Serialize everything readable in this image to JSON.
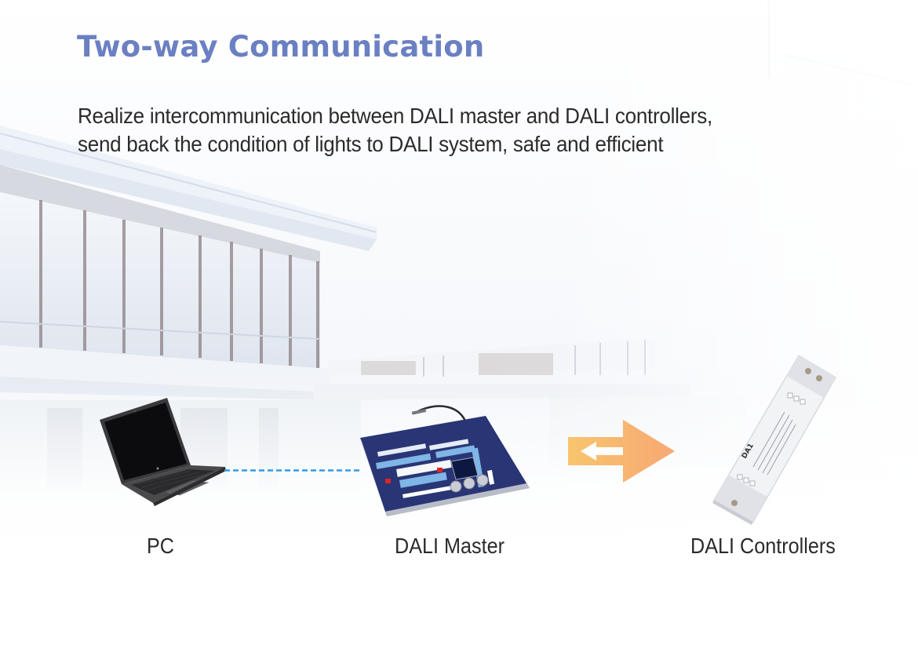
{
  "header": {
    "title": "Two-way Communication",
    "description_lines": [
      "Realize intercommunication between DALI master and DALI controllers,",
      "send back the condition of lights to DALI system, safe and efficient"
    ]
  },
  "diagram": {
    "nodes": [
      {
        "id": "pc",
        "label": "PC",
        "icon": "laptop-icon"
      },
      {
        "id": "master",
        "label": "DALI Master",
        "icon": "lighting-console-icon"
      },
      {
        "id": "controllers",
        "label": "DALI Controllers",
        "icon": "dali-controller-icon"
      }
    ],
    "links": [
      {
        "from": "pc",
        "to": "master",
        "style": "dashed",
        "color": "#2f9be8"
      },
      {
        "from": "master",
        "to": "controllers",
        "style": "bidirectional-arrow",
        "color_start": "#f7c56e",
        "color_end": "#f7a873"
      }
    ],
    "controller_device_text": "DA1"
  },
  "colors": {
    "title": "#6b80c2",
    "body_text": "#2b2b2b",
    "connector": "#2f9be8",
    "arrow_start": "#f7c56e",
    "arrow_end": "#f7a873",
    "console_body": "#2a3575"
  }
}
